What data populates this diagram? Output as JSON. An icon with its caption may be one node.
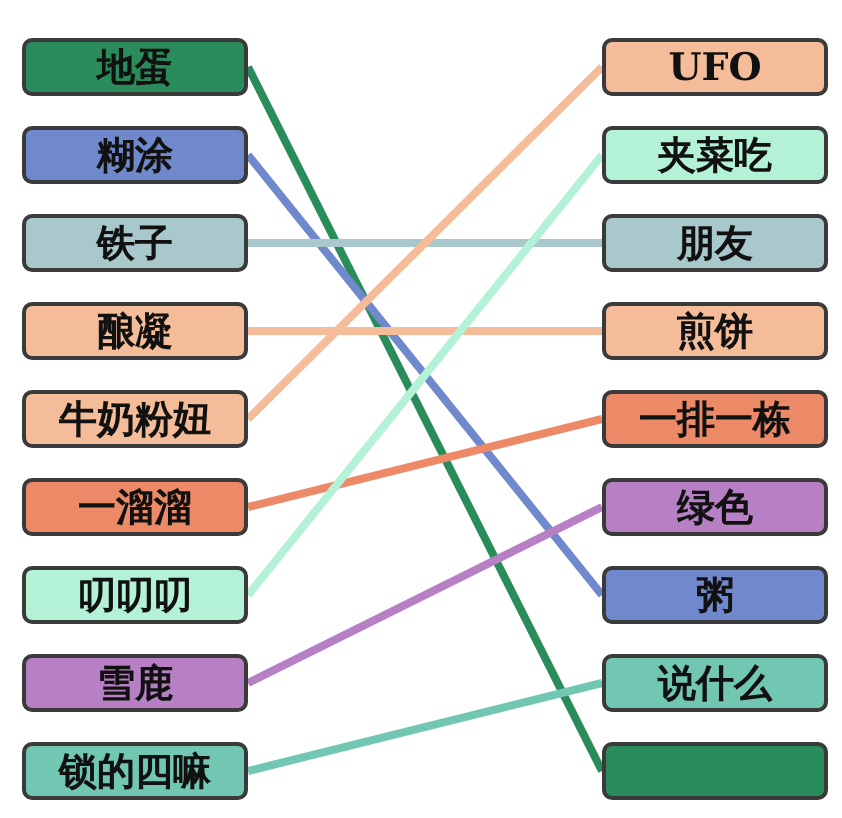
{
  "diagram": {
    "nodes": [
      {
        "text": [
          "地蛋"
        ]
      },
      {
        "text": [
          "糊涂"
        ]
      },
      {
        "text": [
          "铁子"
        ]
      },
      {
        "text": [
          "酿凝"
        ]
      },
      {
        "text": [
          "牛奶粉妞"
        ]
      },
      {
        "text": [
          "一溜溜"
        ]
      },
      {
        "text": [
          "叨叨叨"
        ]
      },
      {
        "text": [
          "雪鹿"
        ]
      },
      {
        "text": [
          "锁的四嘛"
        ]
      },
      {
        "text": [
          "UFO"
        ]
      },
      {
        "text": [
          "夹菜吃"
        ]
      },
      {
        "text": [
          "朋友"
        ]
      },
      {
        "text": [
          "煎饼"
        ]
      },
      {
        "text": [
          "一排一栋"
        ]
      },
      {
        "text": [
          "绿色"
        ]
      },
      {
        "text": [
          "粥"
        ]
      },
      {
        "text": [
          "说什么"
        ]
      },
      {
        "text": [],
        "shape": "box"
      }
    ],
    "edges": [
      {
        "from": 0,
        "to": 17,
        "arrow": "none",
        "color": "#2a8c5a"
      },
      {
        "from": 1,
        "to": 15,
        "arrow": "none",
        "color": "#7088cc"
      },
      {
        "from": 2,
        "to": 11,
        "arrow": "none",
        "color": "#a9c8cc"
      },
      {
        "from": 3,
        "to": 12,
        "arrow": "none",
        "color": "#f4bc98"
      },
      {
        "from": 4,
        "to": 9,
        "arrow": "none",
        "color": "#f4bc98"
      },
      {
        "from": 5,
        "to": 13,
        "arrow": "none",
        "color": "#ec8a68"
      },
      {
        "from": 6,
        "to": 10,
        "arrow": "none",
        "color": "#b3f2d6"
      },
      {
        "from": 7,
        "to": 14,
        "arrow": "none",
        "color": "#b77fc4"
      },
      {
        "from": 8,
        "to": 16,
        "arrow": "none",
        "color": "#72c7b3"
      }
    ]
  }
}
